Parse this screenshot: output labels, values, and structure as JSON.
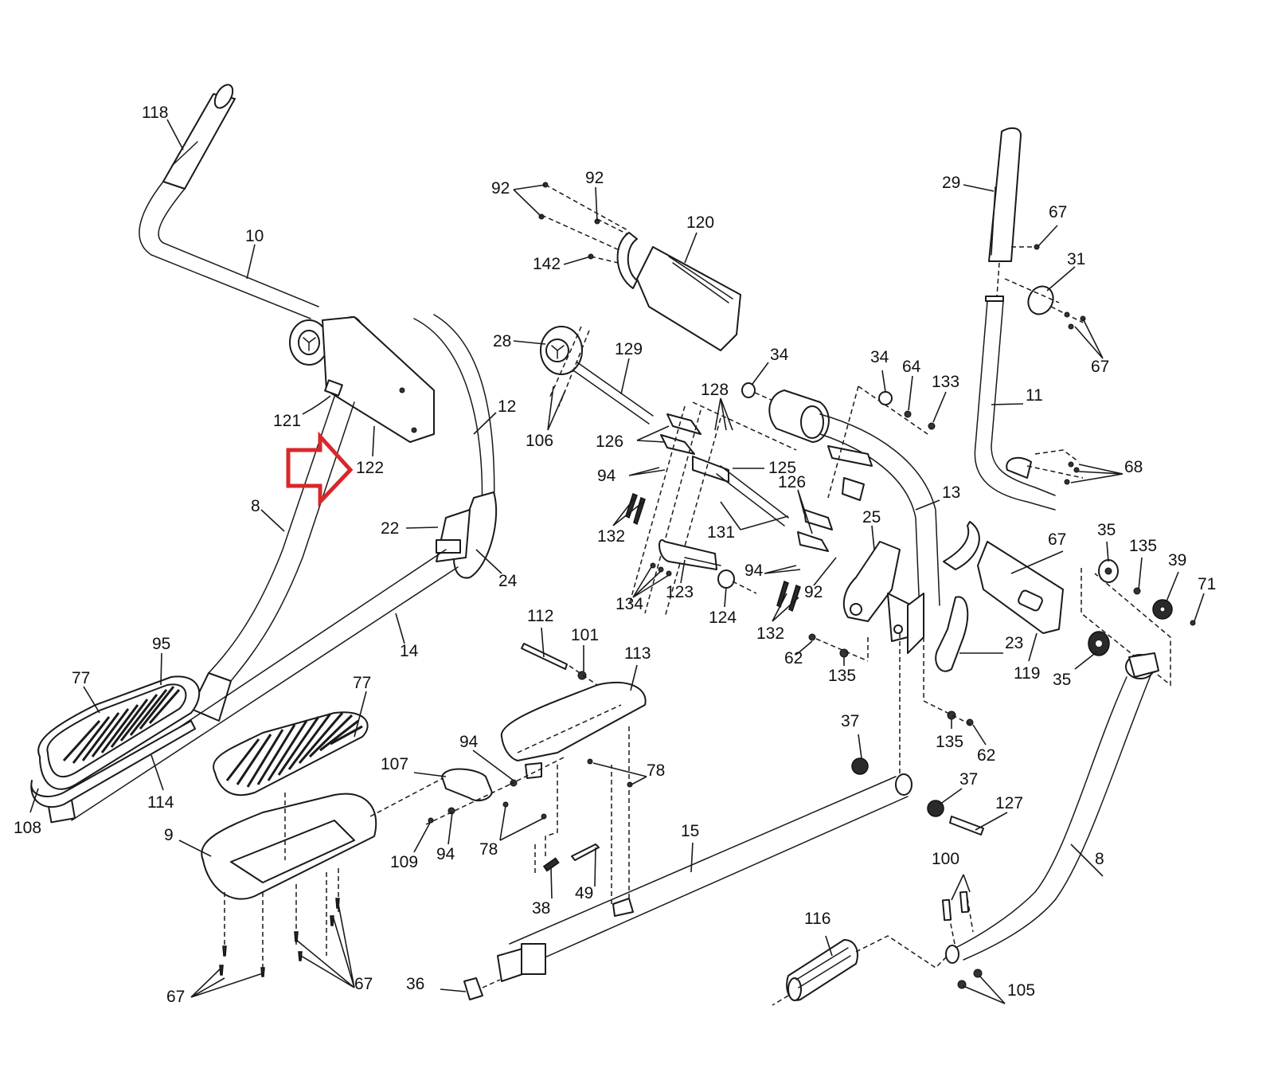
{
  "diagram": {
    "title": "Elliptical trainer exploded parts diagram",
    "highlight": {
      "part": "122",
      "indicator": "arrow",
      "color": "#d8282b"
    },
    "labels": [
      {
        "id": "118",
        "text": "118"
      },
      {
        "id": "10",
        "text": "10"
      },
      {
        "id": "121",
        "text": "121"
      },
      {
        "id": "122",
        "text": "122"
      },
      {
        "id": "12",
        "text": "12"
      },
      {
        "id": "8a",
        "text": "8"
      },
      {
        "id": "22",
        "text": "22"
      },
      {
        "id": "24",
        "text": "24"
      },
      {
        "id": "14",
        "text": "14"
      },
      {
        "id": "95",
        "text": "95"
      },
      {
        "id": "77a",
        "text": "77"
      },
      {
        "id": "77b",
        "text": "77"
      },
      {
        "id": "114",
        "text": "114"
      },
      {
        "id": "108",
        "text": "108"
      },
      {
        "id": "9",
        "text": "9"
      },
      {
        "id": "67a",
        "text": "67"
      },
      {
        "id": "67b",
        "text": "67"
      },
      {
        "id": "92a",
        "text": "92"
      },
      {
        "id": "92b",
        "text": "92"
      },
      {
        "id": "142",
        "text": "142"
      },
      {
        "id": "120",
        "text": "120"
      },
      {
        "id": "28",
        "text": "28"
      },
      {
        "id": "129",
        "text": "129"
      },
      {
        "id": "106",
        "text": "106"
      },
      {
        "id": "34a",
        "text": "34"
      },
      {
        "id": "128",
        "text": "128"
      },
      {
        "id": "126a",
        "text": "126"
      },
      {
        "id": "125",
        "text": "125"
      },
      {
        "id": "94a",
        "text": "94"
      },
      {
        "id": "126b",
        "text": "126"
      },
      {
        "id": "132a",
        "text": "132"
      },
      {
        "id": "131",
        "text": "131"
      },
      {
        "id": "134",
        "text": "134"
      },
      {
        "id": "123",
        "text": "123"
      },
      {
        "id": "124",
        "text": "124"
      },
      {
        "id": "94b",
        "text": "94"
      },
      {
        "id": "92c",
        "text": "92"
      },
      {
        "id": "132b",
        "text": "132"
      },
      {
        "id": "25",
        "text": "25"
      },
      {
        "id": "62a",
        "text": "62"
      },
      {
        "id": "135a",
        "text": "135"
      },
      {
        "id": "34b",
        "text": "34"
      },
      {
        "id": "64",
        "text": "64"
      },
      {
        "id": "133",
        "text": "133"
      },
      {
        "id": "13",
        "text": "13"
      },
      {
        "id": "29",
        "text": "29"
      },
      {
        "id": "67c",
        "text": "67"
      },
      {
        "id": "31",
        "text": "31"
      },
      {
        "id": "67d",
        "text": "67"
      },
      {
        "id": "11",
        "text": "11"
      },
      {
        "id": "68",
        "text": "68"
      },
      {
        "id": "67e",
        "text": "67"
      },
      {
        "id": "23",
        "text": "23"
      },
      {
        "id": "119",
        "text": "119"
      },
      {
        "id": "35a",
        "text": "35"
      },
      {
        "id": "135b",
        "text": "135"
      },
      {
        "id": "39",
        "text": "39"
      },
      {
        "id": "71",
        "text": "71"
      },
      {
        "id": "35b",
        "text": "35"
      },
      {
        "id": "135c",
        "text": "135"
      },
      {
        "id": "62b",
        "text": "62"
      },
      {
        "id": "112",
        "text": "112"
      },
      {
        "id": "101",
        "text": "101"
      },
      {
        "id": "113",
        "text": "113"
      },
      {
        "id": "94c",
        "text": "94"
      },
      {
        "id": "107",
        "text": "107"
      },
      {
        "id": "78a",
        "text": "78"
      },
      {
        "id": "78b",
        "text": "78"
      },
      {
        "id": "109",
        "text": "109"
      },
      {
        "id": "94d",
        "text": "94"
      },
      {
        "id": "38",
        "text": "38"
      },
      {
        "id": "49",
        "text": "49"
      },
      {
        "id": "15",
        "text": "15"
      },
      {
        "id": "36",
        "text": "36"
      },
      {
        "id": "37a",
        "text": "37"
      },
      {
        "id": "37b",
        "text": "37"
      },
      {
        "id": "127",
        "text": "127"
      },
      {
        "id": "100",
        "text": "100"
      },
      {
        "id": "8b",
        "text": "8"
      },
      {
        "id": "116",
        "text": "116"
      },
      {
        "id": "105",
        "text": "105"
      }
    ]
  }
}
